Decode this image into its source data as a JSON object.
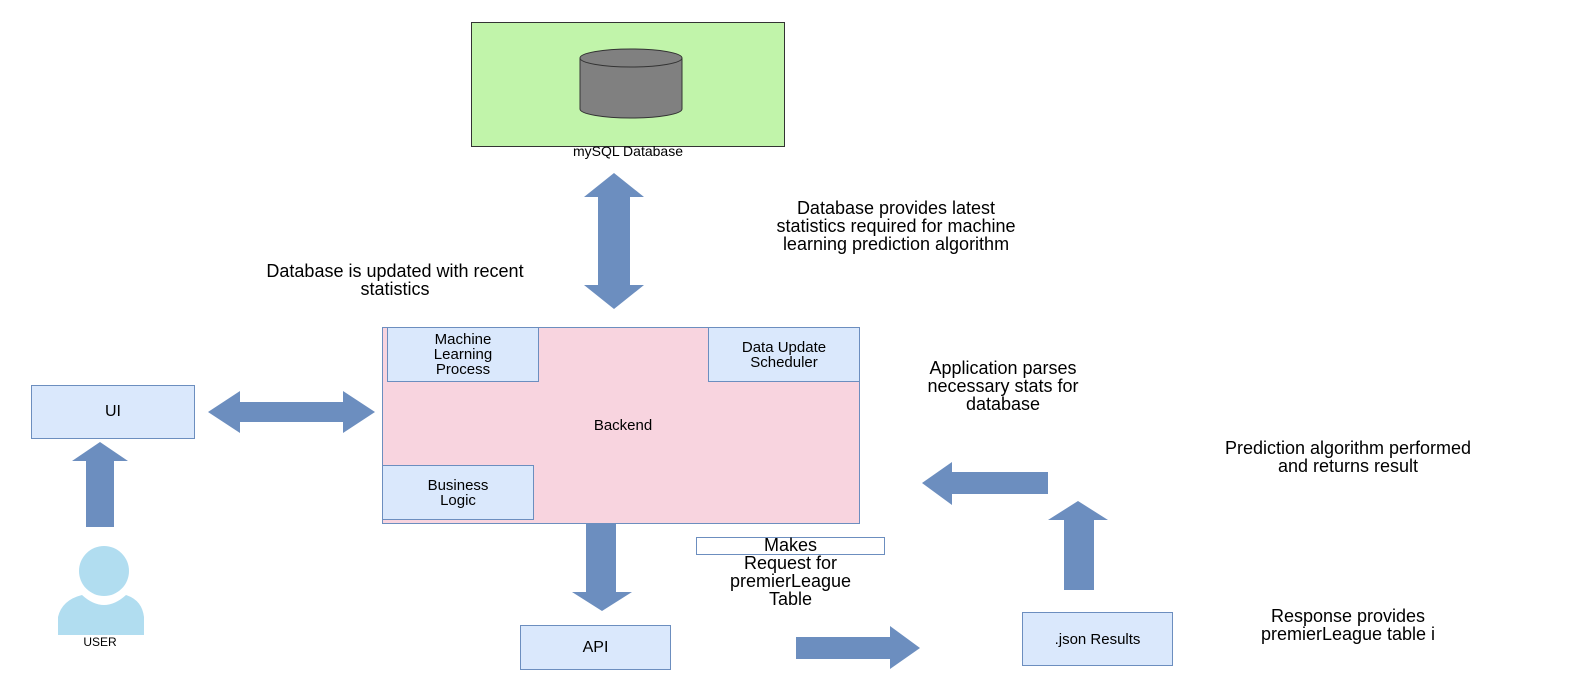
{
  "colors": {
    "arrow": "#6c8ebf",
    "node_fill": "#dae8fc",
    "node_border": "#6c8ebf",
    "backend_fill": "#f8d4df",
    "database_area": "#c1f4aa",
    "cylinder": "#808080",
    "user_icon": "#b1ddf0"
  },
  "nodes": {
    "database": "mySQL Database",
    "ml_process": "Machine Learning Process",
    "data_update_scheduler": "Data Update Scheduler",
    "backend": "Backend",
    "business_logic": "Business Logic",
    "ui": "UI",
    "user": "USER",
    "api": "API",
    "json_results": ".json Results"
  },
  "annotations": {
    "db_provides": [
      "Database provides latest",
      "statistics required for machine",
      "learning prediction algorithm"
    ],
    "db_updated": [
      "Database is updated with recent",
      "statistics"
    ],
    "app_parses": [
      "Application parses",
      "necessary stats for",
      "database"
    ],
    "prediction": [
      "Prediction algorithm performed",
      "and returns result"
    ],
    "makes_request": [
      "Makes",
      "Request for",
      "premierLeague",
      "Table"
    ],
    "response": [
      "Response provides",
      "premierLeague table i"
    ]
  },
  "icons": [
    "database-cylinder-icon",
    "user-icon"
  ]
}
